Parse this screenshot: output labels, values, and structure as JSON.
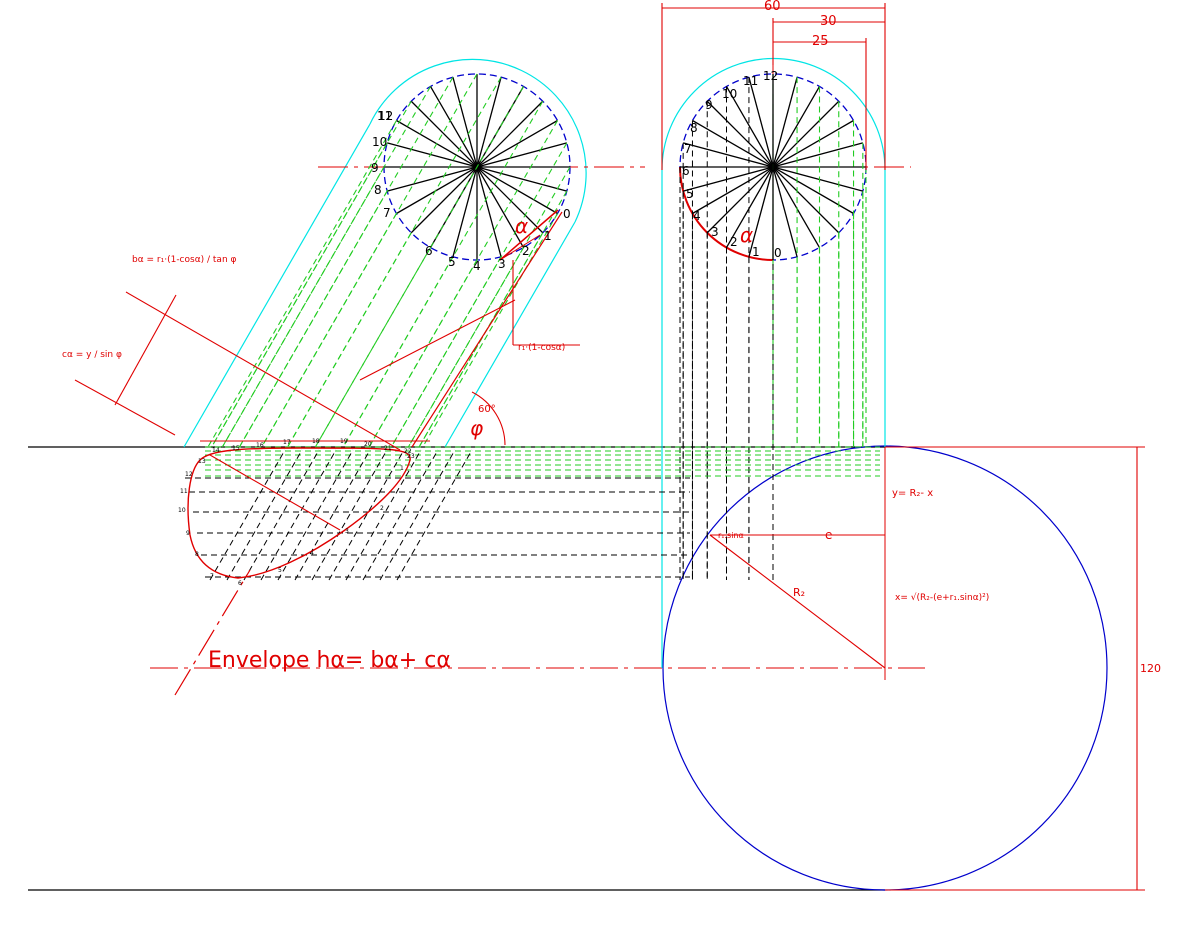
{
  "dimensions": {
    "d60": "60",
    "d30": "30",
    "d25": "25",
    "d120": "120"
  },
  "top_view": {
    "labels": [
      "0",
      "1",
      "2",
      "3",
      "4",
      "5",
      "6",
      "7",
      "8",
      "9",
      "10",
      "11",
      "12"
    ],
    "alpha": "α"
  },
  "side_view": {
    "labels": [
      "0",
      "1",
      "2",
      "3",
      "4",
      "5",
      "6",
      "7",
      "8",
      "9",
      "10",
      "11",
      "12"
    ],
    "alpha": "α"
  },
  "formulas": {
    "b_alpha": "bα = r₁·(1-cosα) / tan φ",
    "c_alpha": "cα = y / sin φ",
    "r1_one_minus_cos": "r₁·(1-cosα)",
    "angle_60": "60°",
    "phi": "φ",
    "y_eq": "y= R₂- x",
    "r1_sin": "r₁.sinα",
    "e": "e",
    "R2": "R₂",
    "x_eq": "x= √(R₂-(e+r₁.sinα)²)",
    "envelope": "Envelope hα= bα+ cα"
  },
  "envelope_labels": [
    "1",
    "2",
    "3",
    "4",
    "5",
    "6",
    "7",
    "8",
    "9",
    "10",
    "11",
    "12",
    "13",
    "14",
    "15",
    "16",
    "17",
    "18",
    "19",
    "20",
    "21",
    "22",
    "23"
  ],
  "colors": {
    "cyan": "#00e5e5",
    "green": "#22cc22",
    "blue": "#0000cc",
    "red": "#e00000",
    "black": "#000000"
  }
}
